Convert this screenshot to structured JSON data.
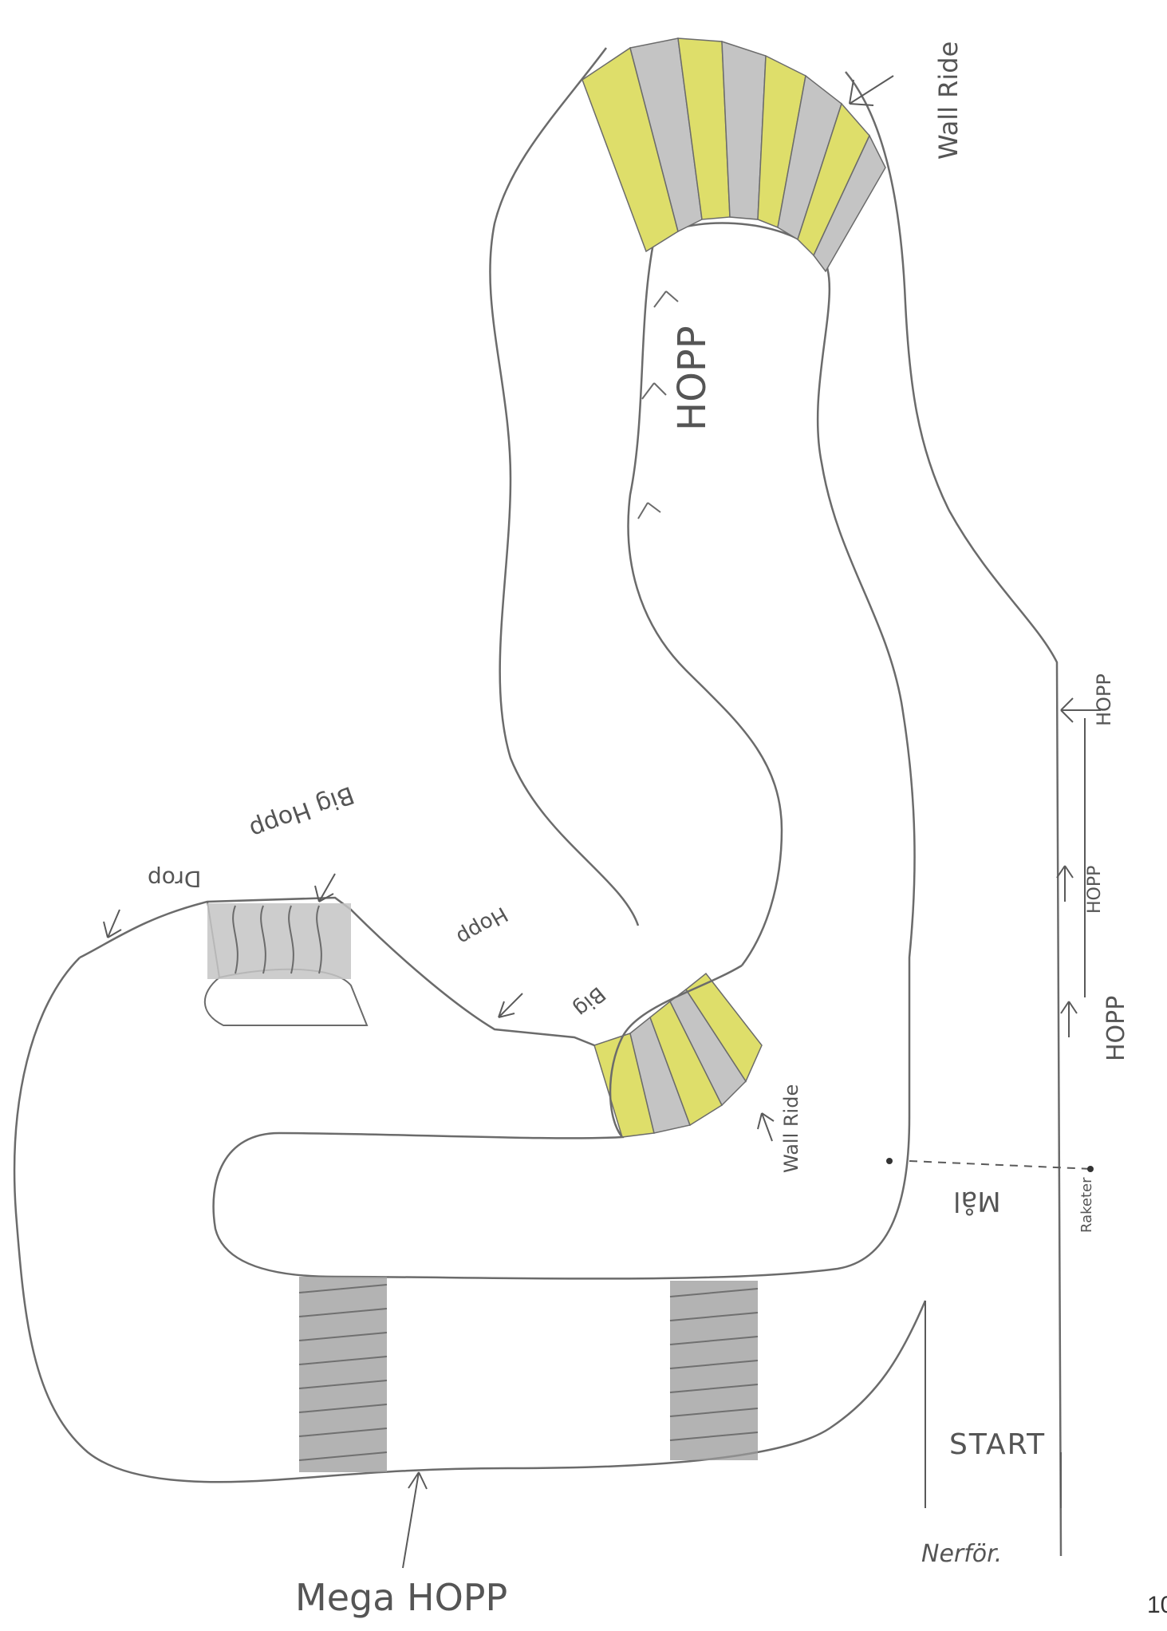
{
  "drawing": {
    "labels": {
      "hopp_main": "HOPP",
      "wall_ride_top": "Wall Ride",
      "hopp_right_1": "HOPP",
      "hopp_right_2": "HOPP",
      "hopp_right_3": "HOPP",
      "drop": "Drop",
      "big_hopp_1": "Big Hopp",
      "hopp_mid": "Hopp",
      "big_small": "Big",
      "wall_ride_bottom": "Wall Ride",
      "mal": "Mål",
      "raketer": "Raketer",
      "start": "START",
      "nerfor": "Nerför.",
      "mega_hopp": "Mega HOPP"
    },
    "page_number": "10"
  },
  "colors": {
    "pencil": "#6b6b6b",
    "yellow": "#dede6a",
    "gray": "#c4c4c4",
    "hatch": "#8a8a8a"
  }
}
